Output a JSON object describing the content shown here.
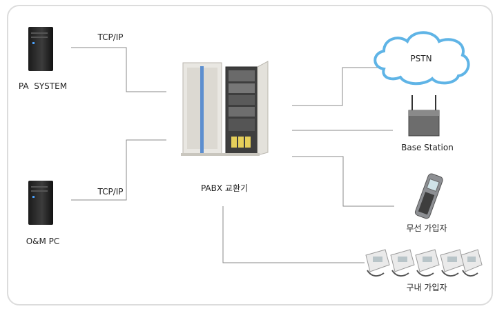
{
  "nodes": {
    "pa_system": "PA  SYSTEM",
    "om_pc": "O&M PC",
    "pabx": "PABX 교환기",
    "pstn": "PSTN",
    "base_station": "Base Station",
    "wireless": "무선 가입자",
    "extension": "구내 가입자"
  },
  "links": {
    "tcp_top": "TCP/IP",
    "tcp_bottom": "TCP/IP"
  },
  "colors": {
    "line": "#8a8a8a",
    "cloud_stroke": "#5fb4e6",
    "frame": "#dcdcdc"
  },
  "icons": [
    "server-tower-icon",
    "cabinet-icon",
    "cloud-icon",
    "router-icon",
    "mobile-phone-icon",
    "desk-phone-icon"
  ]
}
